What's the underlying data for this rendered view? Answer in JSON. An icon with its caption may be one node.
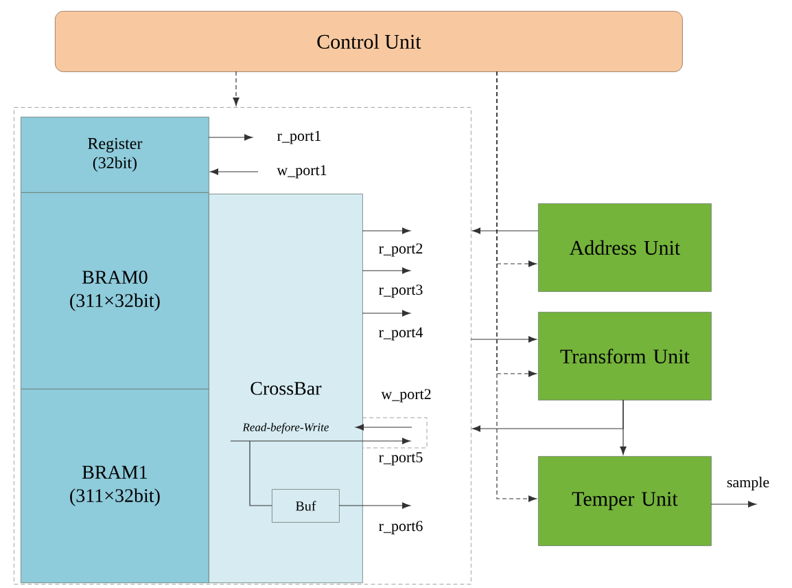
{
  "diagram": {
    "nodes": [
      {
        "text": [
          "Control Unit"
        ]
      },
      {
        "text": [],
        "shape": "box"
      },
      {
        "text": [
          "Register",
          "(32bit)"
        ],
        "in": 1
      },
      {
        "text": [
          "BRAM0",
          "(311×32bit)"
        ],
        "in": 1
      },
      {
        "text": [
          "BRAM1",
          "(311×32bit)"
        ],
        "in": 1
      },
      {
        "text": [
          "CrossBar"
        ],
        "in": 1
      },
      {
        "text": [
          "Buf"
        ],
        "in": 5
      },
      {
        "text": [
          "Address Unit"
        ]
      },
      {
        "text": [
          "Transform Unit"
        ]
      },
      {
        "text": [
          "Temper Unit"
        ]
      },
      {
        "text": [
          "Read-before-Write"
        ],
        "in": 5
      }
    ],
    "edges": [
      {
        "from": 0,
        "to": 1,
        "arrow": "to",
        "style": "dashed"
      },
      {
        "from": 0,
        "to": 7,
        "arrow": "to",
        "style": "dashed"
      },
      {
        "from": 0,
        "to": 8,
        "arrow": "to",
        "style": "dashed"
      },
      {
        "from": 0,
        "to": 9,
        "arrow": "to",
        "style": "dashed"
      },
      {
        "from": 7,
        "to": 1,
        "arrow": "to"
      },
      {
        "from": 1,
        "to": 8,
        "arrow": "to"
      },
      {
        "from": 8,
        "to": 9,
        "arrow": "to"
      },
      {
        "from": 8,
        "to": 1,
        "arrow": "to"
      },
      {
        "from": 2,
        "to": null,
        "arrow": "to",
        "label": "r_port1"
      },
      {
        "from": null,
        "to": 2,
        "arrow": "to",
        "label": "w_port1"
      },
      {
        "from": 5,
        "to": null,
        "arrow": "to",
        "label": "r_port2"
      },
      {
        "from": 5,
        "to": null,
        "arrow": "to",
        "label": "r_port3"
      },
      {
        "from": 5,
        "to": null,
        "arrow": "to",
        "label": "r_port4"
      },
      {
        "from": null,
        "to": 10,
        "arrow": "to",
        "label": "w_port2"
      },
      {
        "from": 10,
        "to": null,
        "arrow": "to",
        "label": "r_port5"
      },
      {
        "from": 10,
        "to": 6,
        "arrow": "none"
      },
      {
        "from": 6,
        "to": null,
        "arrow": "to",
        "label": "r_port6"
      },
      {
        "from": 9,
        "to": null,
        "arrow": "to",
        "label": "sample"
      }
    ]
  }
}
